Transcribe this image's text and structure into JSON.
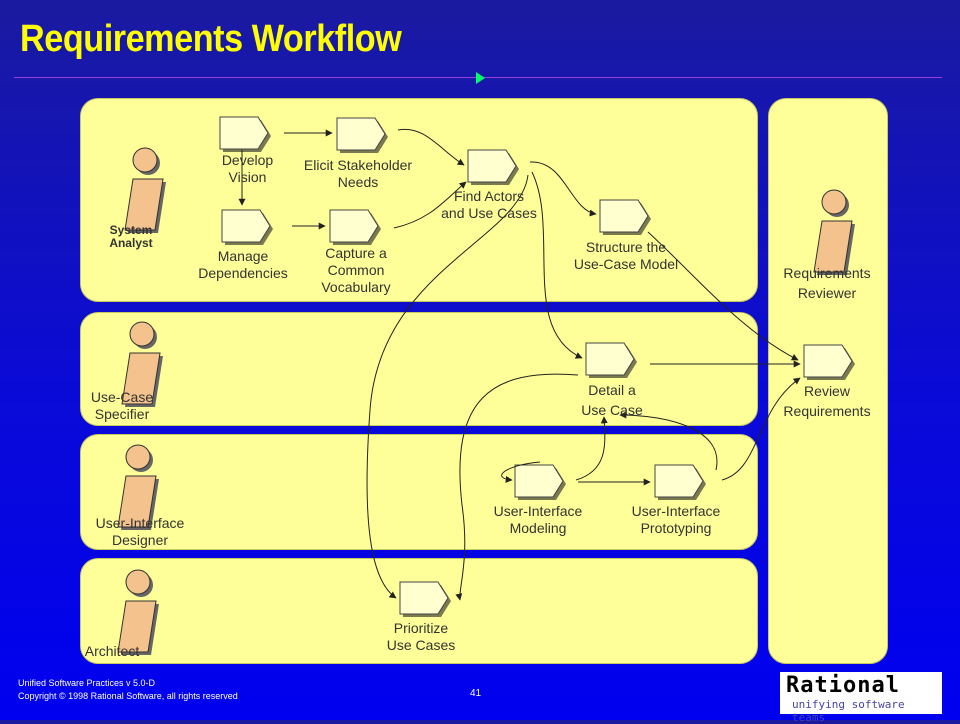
{
  "header": {
    "title": "Requirements Workflow"
  },
  "roles": {
    "system_analyst": "System\nAnalyst",
    "use_case_specifier": "Use-Case\nSpecifier",
    "ui_designer": "User-Interface\nDesigner",
    "architect": "Architect",
    "requirements_reviewer": "Requirements\nReviewer"
  },
  "activities": {
    "develop_vision": "Develop\nVision",
    "elicit_needs": "Elicit Stakeholder\nNeeds",
    "find_actors": "Find Actors\nand Use Cases",
    "manage_dependencies": "Manage\nDependencies",
    "capture_vocabulary": "Capture a\nCommon\nVocabulary",
    "structure_model": "Structure the\nUse-Case Model",
    "detail_use_case": "Detail a\nUse Case",
    "review_requirements": "Review\nRequirements",
    "ui_modeling": "User-Interface\nModeling",
    "ui_prototyping": "User-Interface\nPrototyping",
    "prioritize_use_cases": "Prioritize\nUse Cases"
  },
  "footer": {
    "line1": "Unified Software Practices v 5.0-D",
    "line2": "Copyright © 1998 Rational Software, all rights reserved",
    "page_number": "41"
  },
  "logo": {
    "name": "Rational",
    "tagline": "unifying software teams"
  },
  "colors": {
    "background": "#0a0ad8",
    "title": "#ffff00",
    "lane": "#ffff99",
    "actor": "#f4c28c",
    "rule": "#9b3dd8"
  }
}
